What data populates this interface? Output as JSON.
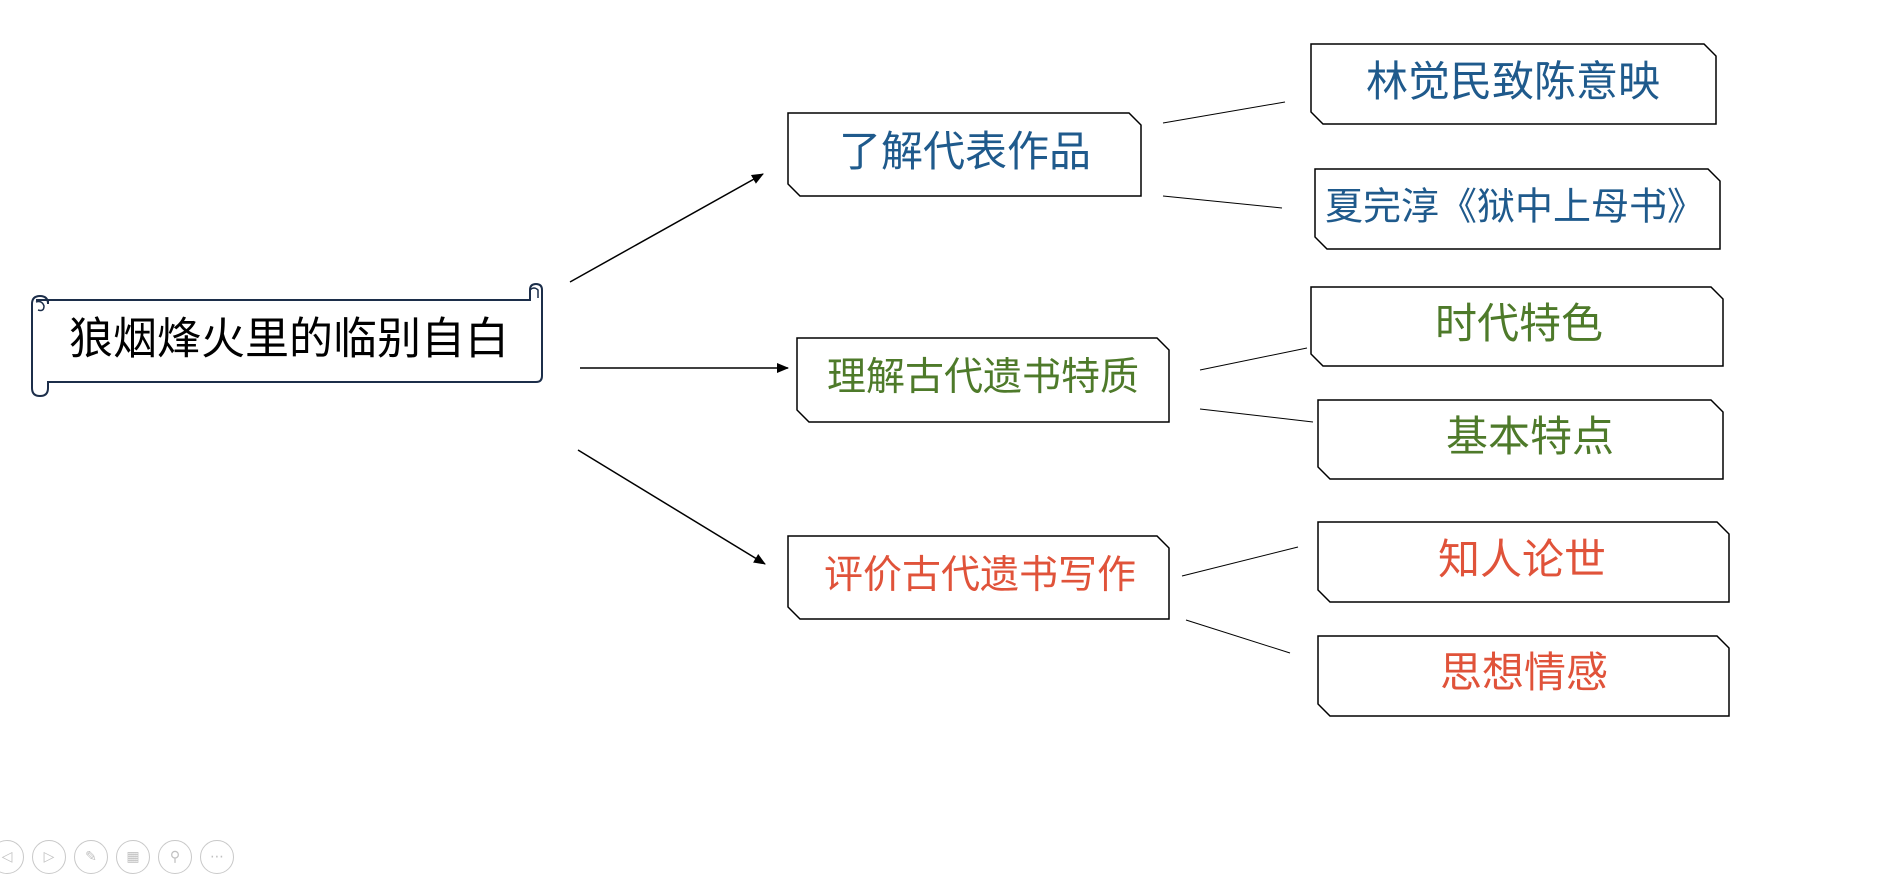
{
  "root": {
    "label": "狼烟烽火里的临别自白"
  },
  "branches": [
    {
      "label": "了解代表作品",
      "color": "#1f5a8c",
      "children": [
        "林觉民致陈意映",
        "夏完淳《狱中上母书》"
      ]
    },
    {
      "label": "理解古代遗书特质",
      "color": "#4e7a2a",
      "children": [
        "时代特色",
        "基本特点"
      ]
    },
    {
      "label": "评价古代遗书写作",
      "color": "#e0533a",
      "children": [
        "知人论世",
        "思想情感"
      ]
    }
  ],
  "toolbar": {
    "buttons": [
      {
        "name": "previous-slide-button",
        "icon": "arrow-left-icon"
      },
      {
        "name": "next-slide-button",
        "icon": "arrow-right-icon"
      },
      {
        "name": "pen-tool-button",
        "icon": "pen-icon"
      },
      {
        "name": "slide-grid-button",
        "icon": "grid-icon"
      },
      {
        "name": "zoom-button",
        "icon": "magnifier-icon"
      },
      {
        "name": "more-options-button",
        "icon": "more-icon"
      }
    ]
  }
}
